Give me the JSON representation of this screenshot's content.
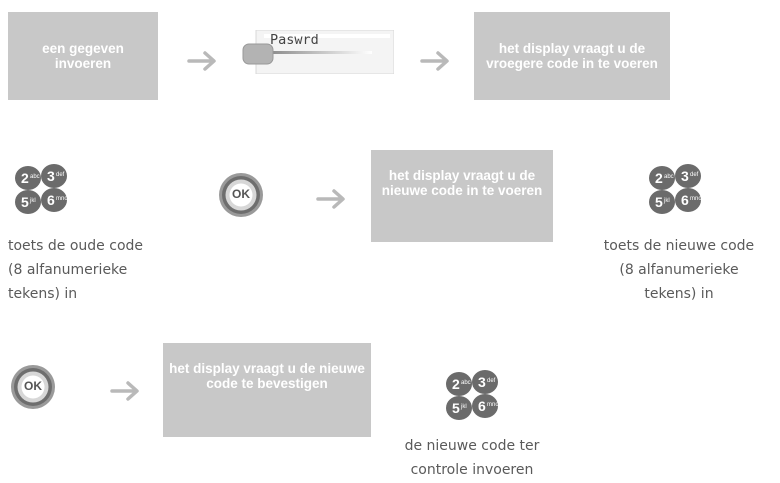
{
  "steps": {
    "enter_data": {
      "label": "een gegeven invoeren"
    },
    "display_prompt": {
      "label": "Paswrd"
    },
    "old_code_prompt": {
      "label": "het display vraagt u de vroegere code in te voeren"
    },
    "old_code_caption": {
      "lines": [
        "toets de oude code",
        "(8 alfanumerieke",
        "tekens) in"
      ]
    },
    "new_code_prompt": {
      "label": "het display vraagt u de nieuwe code in te voeren"
    },
    "new_code_caption": {
      "lines": [
        "toets de nieuwe code",
        "(8 alfanumerieke",
        "tekens) in"
      ]
    },
    "confirm_prompt": {
      "label": "het display vraagt u de nieuwe code te bevestigen"
    },
    "confirm_caption": {
      "lines": [
        "de nieuwe code ter",
        "controle invoeren"
      ]
    }
  },
  "ok_button": {
    "label": "OK"
  },
  "keypad": {
    "keys": [
      {
        "digit": "2",
        "letters": "abc"
      },
      {
        "digit": "3",
        "letters": "def"
      },
      {
        "digit": "5",
        "letters": "jkl"
      },
      {
        "digit": "6",
        "letters": "mno"
      }
    ]
  },
  "colors": {
    "box": "#c8c8c8",
    "arrow": "#bdbdbd",
    "text": "#5a5a5a",
    "keypad": "#6b6b6b"
  }
}
